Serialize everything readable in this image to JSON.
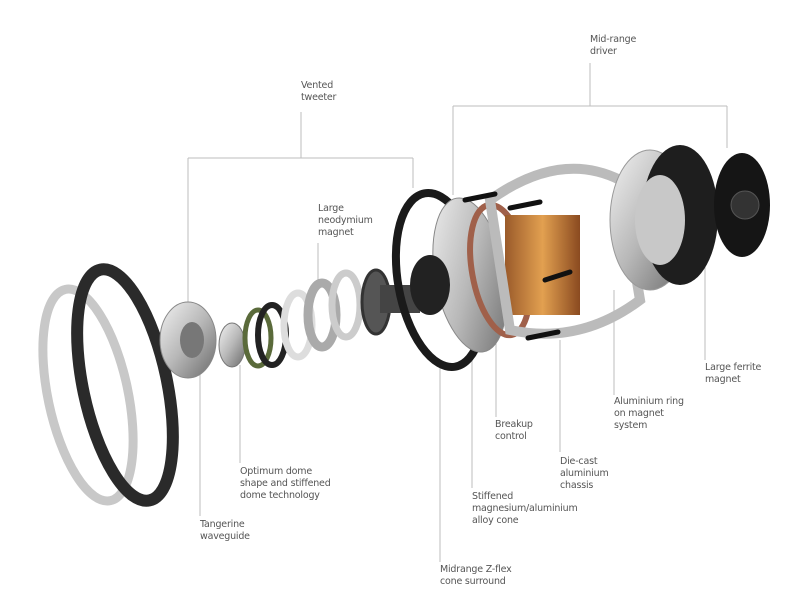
{
  "labels": {
    "midrange_driver": "Mid-range\ndriver",
    "vented_tweeter": "Vented\ntweeter",
    "neodymium_magnet": "Large\nneodymium\nmagnet",
    "ferrite_magnet": "Large ferrite\nmagnet",
    "aluminium_ring": "Aluminium ring\non magnet\nsystem",
    "breakup_control": "Breakup\ncontrol",
    "diecast_chassis": "Die-cast\naluminium\nchassis",
    "stiffened_cone": "Stiffened\nmagnesium/aluminium\nalloy cone",
    "zflex_surround": "Midrange Z-flex\ncone surround",
    "dome_shape": "Optimum dome\nshape and stiffened\ndome technology",
    "tangerine_waveguide": "Tangerine\nwaveguide"
  }
}
